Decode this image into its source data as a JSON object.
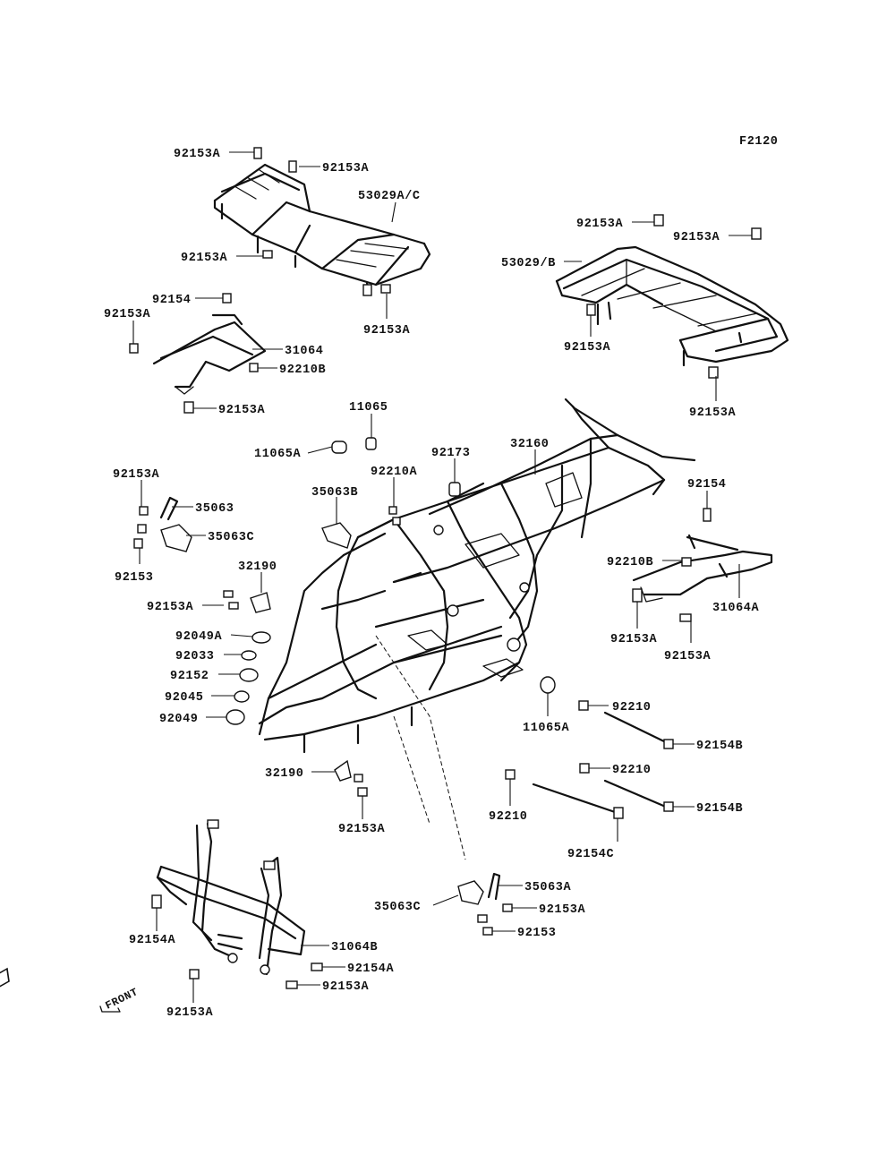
{
  "diagram_code": "F2120",
  "front_label": "FRONT",
  "labels": [
    "92153A",
    "92153A",
    "53029A/C",
    "92153A",
    "92153A",
    "92153A",
    "92153A",
    "53029/B",
    "92153A",
    "92153A",
    "92154",
    "92153A",
    "31064",
    "92210B",
    "92153A",
    "11065",
    "11065A",
    "92173",
    "32160",
    "92210A",
    "92153A",
    "35063",
    "35063B",
    "35063C",
    "92153",
    "92154",
    "92210B",
    "31064A",
    "92153A",
    "92153A",
    "32190",
    "92153A",
    "92049A",
    "92033",
    "92152",
    "92045",
    "92049",
    "11065A",
    "92210",
    "92154B",
    "92210",
    "92154B",
    "92210",
    "92154C",
    "32190",
    "92153A",
    "35063A",
    "35063C",
    "92153A",
    "92153",
    "92154A",
    "31064B",
    "92154A",
    "92153A",
    "92153A"
  ]
}
